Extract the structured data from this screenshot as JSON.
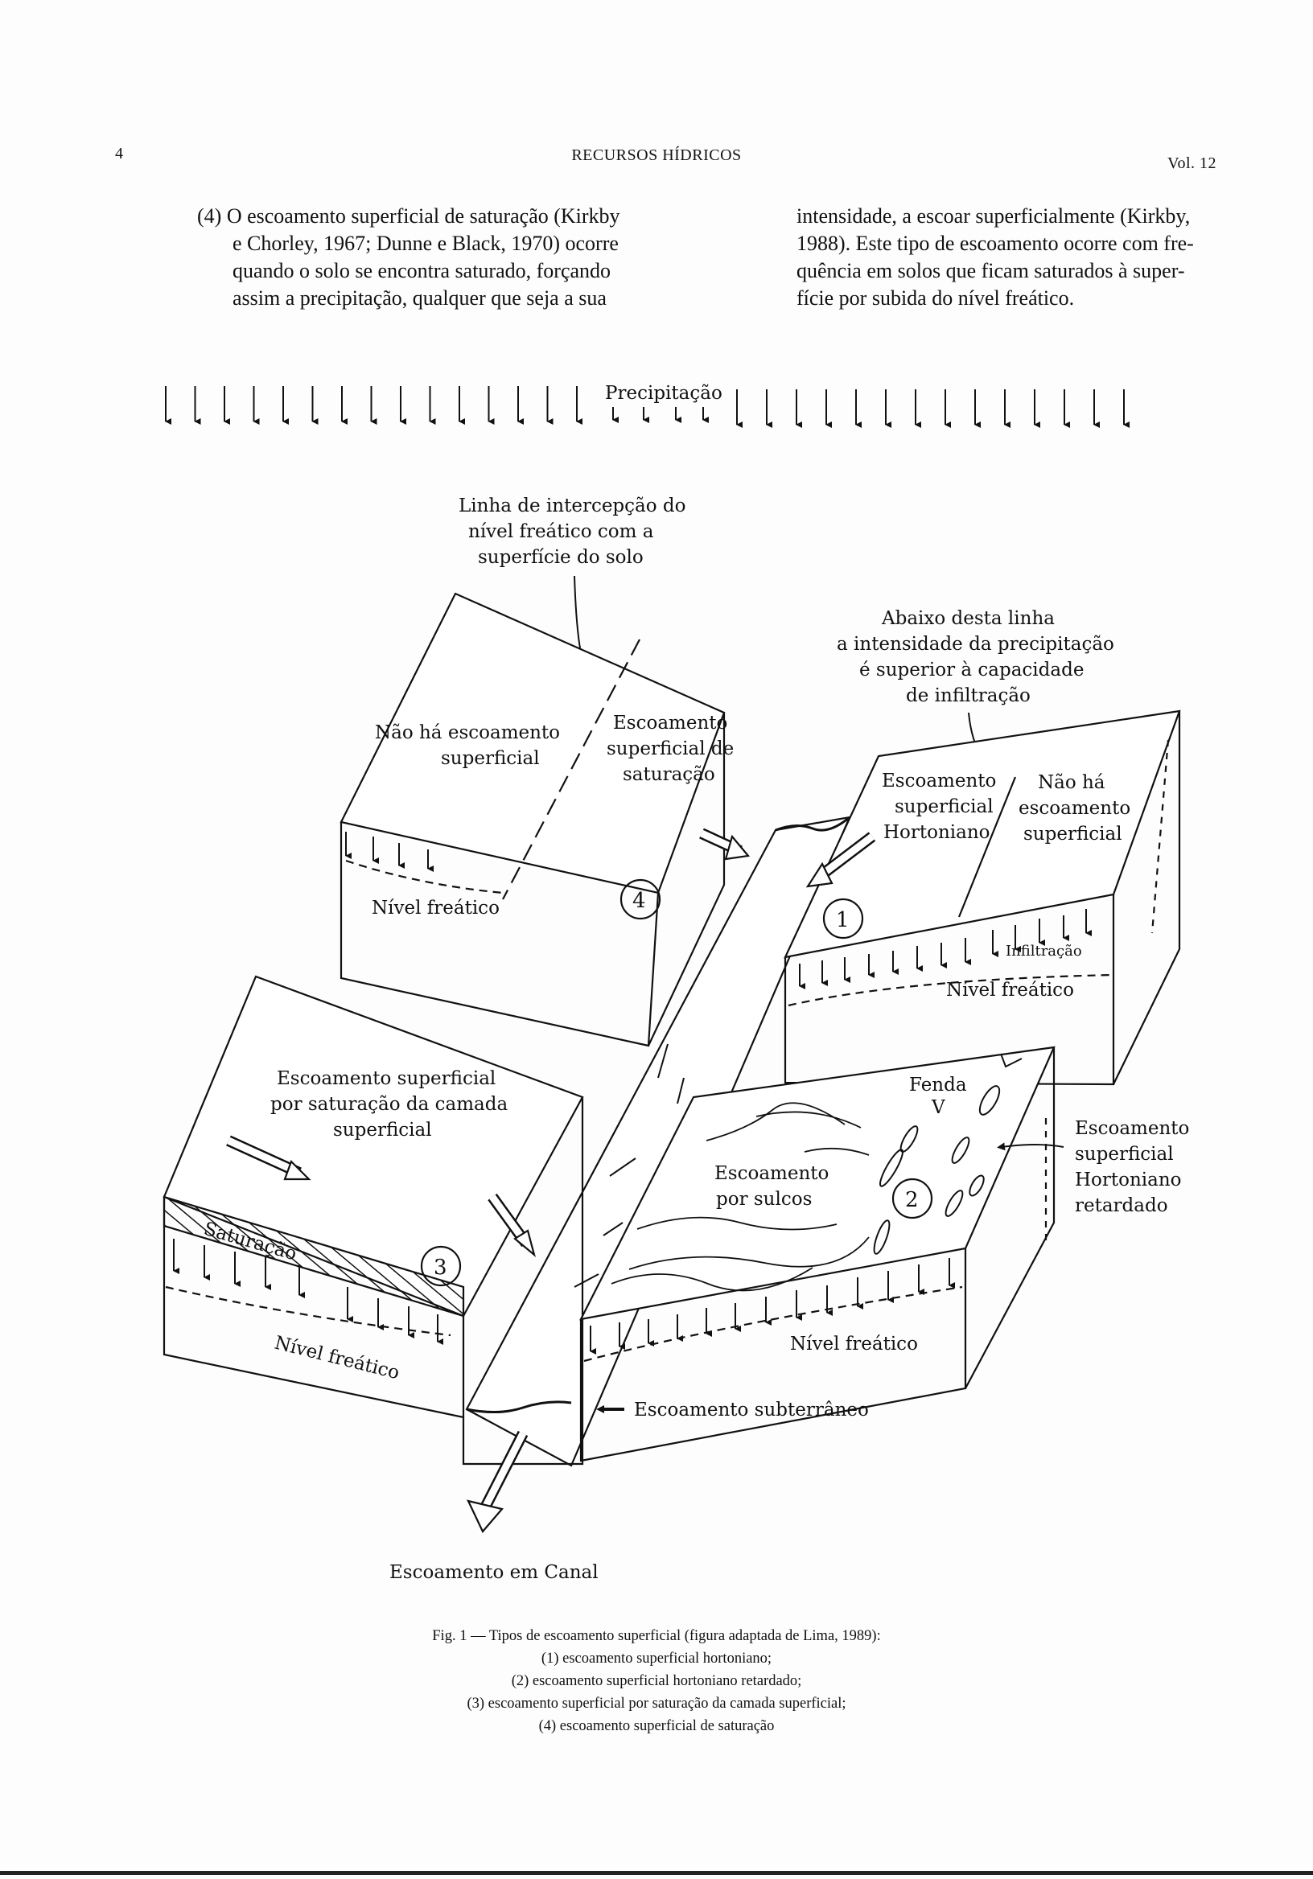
{
  "header": {
    "page_number": "4",
    "journal": "RECURSOS HÍDRICOS",
    "volume": "Vol. 12"
  },
  "body_text": {
    "left_lines": [
      "(4) O escoamento superficial de saturação (Kirkby",
      "e Chorley, 1967; Dunne e Black, 1970) ocorre",
      "quando o solo se encontra saturado, forçando",
      "assim a precipitação, qualquer que seja a sua"
    ],
    "right_lines": [
      "intensidade, a escoar superficialmente (Kirkby,",
      "1988). Este tipo de escoamento ocorre com fre-",
      "quência em solos que ficam saturados à super-",
      "fície por subida do nível freático."
    ]
  },
  "figure": {
    "precipitation_label": "Precipitação",
    "intercept_line_label": [
      "Linha de intercepção do",
      "nível freático com a",
      "superfície do solo"
    ],
    "below_line_label": [
      "Abaixo desta linha",
      "a intensidade da precipitação",
      "é superior à capacidade",
      "de infiltração"
    ],
    "block4": {
      "no_runoff": [
        "Não há escoamento",
        "superficial"
      ],
      "saturation_runoff": [
        "Escoamento",
        "superficial de",
        "saturação"
      ],
      "water_table": "Nível freático",
      "number": "4"
    },
    "block1": {
      "hortonian": [
        "Escoamento",
        "superficial",
        "Hortoniano"
      ],
      "no_runoff": [
        "Não há",
        "escoamento",
        "superficial"
      ],
      "infiltration": "Infiltração",
      "water_table": "Nível freático",
      "number": "1"
    },
    "block3": {
      "surface_layer": [
        "Escoamento superficial",
        "por saturação da camada",
        "superficial"
      ],
      "saturation": "Saturação",
      "water_table": "Nível freático",
      "number": "3"
    },
    "block2": {
      "crack": "Fenda",
      "crack_mark": "V",
      "rills": [
        "Escoamento",
        "por sulcos"
      ],
      "delayed_hortonian": [
        "Escoamento",
        "superficial",
        "Hortoniano",
        "retardado"
      ],
      "water_table": "Nível freático",
      "number": "2"
    },
    "subsurface_flow": "Escoamento subterrâneo",
    "channel_flow": "Escoamento em Canal"
  },
  "caption": [
    "Fig. 1 — Tipos de escoamento superficial (figura adaptada de Lima, 1989):",
    "(1) escoamento superficial hortoniano;",
    "(2) escoamento superficial hortoniano retardado;",
    "(3) escoamento superficial por saturação da camada superficial;",
    "(4) escoamento superficial de saturação"
  ]
}
